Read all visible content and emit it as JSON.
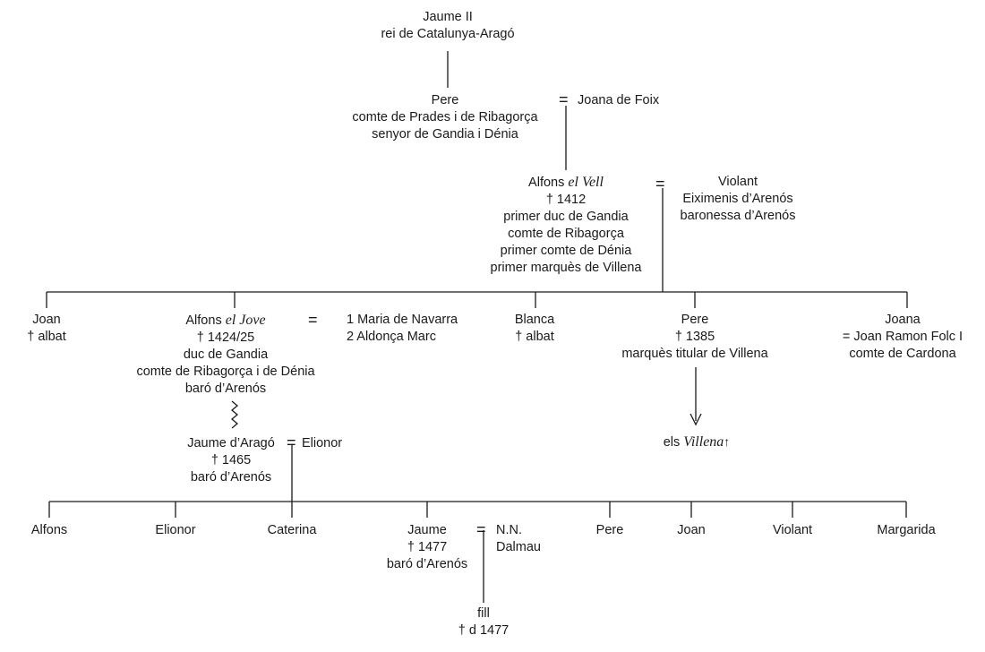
{
  "jaume2": {
    "name": "Jaume II",
    "title": "rei de Catalunya-Aragó"
  },
  "pere1": {
    "name": "Pere",
    "title1": "comte de Prades i de Ribagorça",
    "title2": "senyor de Gandia i Dénia",
    "spouse": "Joana de Foix"
  },
  "alfons_vell": {
    "name": "Alfons",
    "epithet": "el Vell",
    "death": "† 1412",
    "titles": [
      "primer duc de Gandia",
      "comte de Ribagorça",
      "primer comte de Dénia",
      "primer marquès de Villena"
    ],
    "spouse": [
      "Violant",
      "Eiximenis d’Arenós",
      "baronessa d’Arenós"
    ]
  },
  "children": {
    "joan": {
      "name": "Joan",
      "note": "† albat"
    },
    "alfons_jove": {
      "name": "Alfons",
      "epithet": "el Jove",
      "death": "† 1424/25",
      "titles": [
        "duc de Gandia",
        "comte de Ribagorça i de Dénia",
        "baró d’Arenós"
      ],
      "spouses": [
        "1 Maria de Navarra",
        "2 Aldonça Marc"
      ]
    },
    "blanca": {
      "name": "Blanca",
      "note": "† albat"
    },
    "pere": {
      "name": "Pere",
      "death": "† 1385",
      "title": "marquès titular de Villena",
      "descendants_prefix": "els",
      "descendants_name": "Villena",
      "descendants_mark": "↑"
    },
    "joana": {
      "name": "Joana",
      "spouse": "= Joan Ramon Folc I",
      "spouse_title": "comte de Cardona"
    }
  },
  "jaume_arago": {
    "name": "Jaume d’Aragó",
    "death": "† 1465",
    "title": "baró d’Arenós",
    "spouse": "Elionor"
  },
  "grandchildren": {
    "alfons": "Alfons",
    "elionor": "Elionor",
    "caterina": "Caterina",
    "jaume": {
      "name": "Jaume",
      "death": "† 1477",
      "title": "baró d’Arenós",
      "spouse1": "N.N.",
      "spouse2": "Dalmau"
    },
    "pere": "Pere",
    "joan": "Joan",
    "violant": "Violant",
    "margarida": "Margarida"
  },
  "fill": {
    "name": "fill",
    "death": "† d 1477"
  },
  "symbols": {
    "marriage": "="
  }
}
